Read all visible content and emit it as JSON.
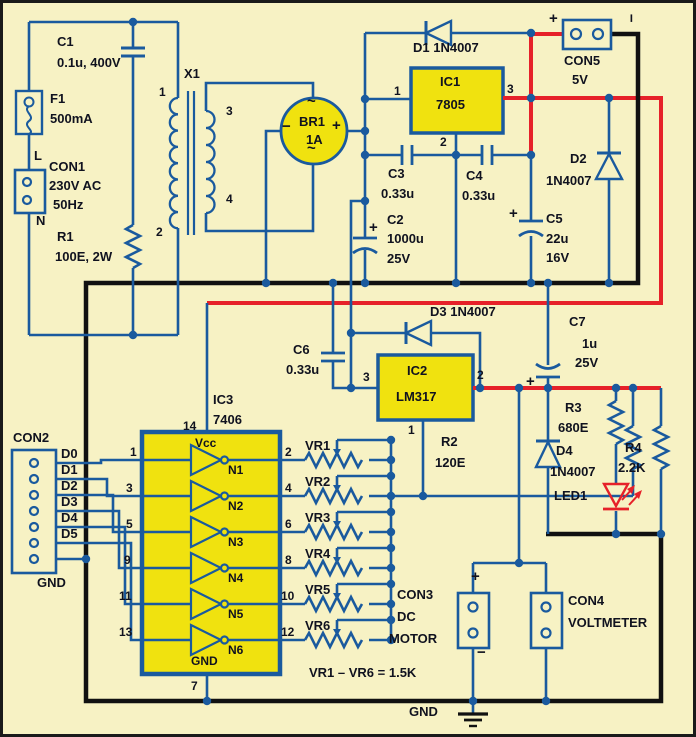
{
  "colors": {
    "background": "#f7f2c4",
    "wire_blue": "#1a5a9e",
    "wire_red": "#e62129",
    "wire_black": "#111111",
    "component_fill": "#f0e20f",
    "text": "#10121f"
  },
  "sym": {
    "plus": "+",
    "minus": "−",
    "tilde": "~"
  },
  "ac_input": {
    "c1": {
      "name": "C1",
      "value": "0.1u, 400V"
    },
    "f1": {
      "name": "F1",
      "value": "500mA"
    },
    "con1": {
      "name": "CON1",
      "value": "230V AC",
      "freq": "50Hz",
      "live": "L",
      "neutral": "N"
    },
    "r1": {
      "name": "R1",
      "value": "100E, 2W"
    },
    "x1": {
      "name": "X1",
      "pin1": "1",
      "pin2": "2",
      "pin3": "3",
      "pin4": "4"
    }
  },
  "rectifier": {
    "br1": {
      "name": "BR1",
      "value": "1A"
    },
    "d1": {
      "label": "D1 1N4007"
    }
  },
  "psu_5v": {
    "ic1": {
      "name": "IC1",
      "part": "7805",
      "pin_in": "1",
      "pin_gnd": "2",
      "pin_out": "3"
    },
    "con5": {
      "name": "CON5",
      "value": "5V"
    },
    "c2": {
      "name": "C2",
      "value": "1000u",
      "volt": "25V"
    },
    "c3": {
      "name": "C3",
      "value": "0.33u"
    },
    "c4": {
      "name": "C4",
      "value": "0.33u"
    },
    "c5": {
      "name": "C5",
      "value": "22u",
      "volt": "16V"
    },
    "d2": {
      "name": "D2",
      "value": "1N4007"
    }
  },
  "psu_adj": {
    "d3": {
      "label": "D3 1N4007"
    },
    "c6": {
      "name": "C6",
      "value": "0.33u"
    },
    "ic2": {
      "name": "IC2",
      "part": "LM317",
      "pin_in": "3",
      "pin_out": "2",
      "pin_adj": "1"
    },
    "c7": {
      "name": "C7",
      "value": "1u",
      "volt": "25V"
    },
    "r2": {
      "name": "R2",
      "value": "120E"
    },
    "r3": {
      "name": "R3",
      "value": "680E"
    },
    "r4": {
      "name": "R4",
      "value": "2.2K"
    },
    "d4": {
      "name": "D4",
      "value": "1N4007"
    },
    "led1": {
      "name": "LED1"
    }
  },
  "logic": {
    "con2": {
      "name": "CON2",
      "gnd": "GND",
      "pins": [
        "D0",
        "D1",
        "D2",
        "D3",
        "D4",
        "D5"
      ]
    },
    "ic3": {
      "name": "IC3",
      "part": "7406",
      "vcc": "Vcc",
      "gnd": "GND",
      "pin_vcc": "14",
      "pin_gnd": "7",
      "inputs": [
        "1",
        "3",
        "5",
        "9",
        "11",
        "13"
      ],
      "outputs": [
        "2",
        "4",
        "6",
        "8",
        "10",
        "12"
      ],
      "gates": [
        "N1",
        "N2",
        "N3",
        "N4",
        "N5",
        "N6"
      ]
    },
    "vrs": [
      "VR1",
      "VR2",
      "VR3",
      "VR4",
      "VR5",
      "VR6"
    ],
    "note": "VR1 – VR6 = 1.5K"
  },
  "output": {
    "con3": {
      "name": "CON3",
      "line1": "DC",
      "line2": "MOTOR"
    },
    "con4": {
      "name": "CON4",
      "label": "VOLTMETER"
    },
    "gnd": "GND"
  }
}
